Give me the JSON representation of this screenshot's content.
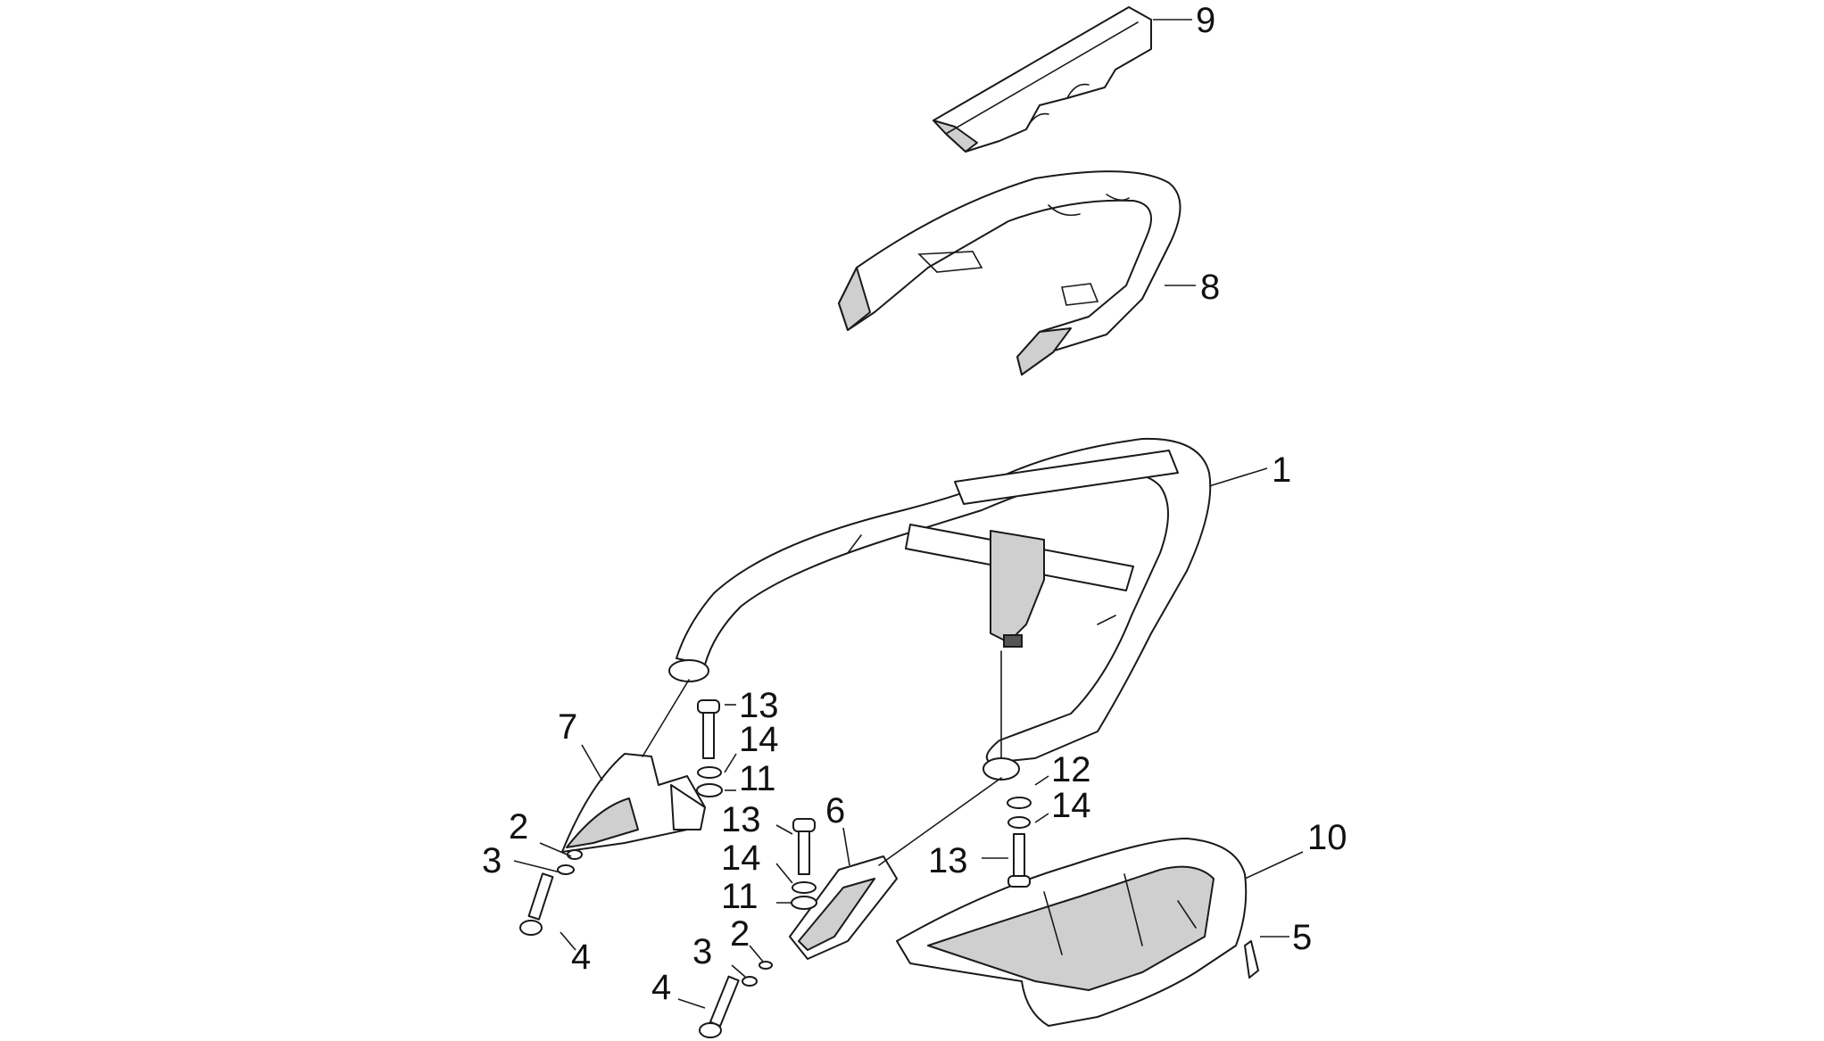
{
  "diagram": {
    "callouts": {
      "c1": "1",
      "c2a": "2",
      "c2b": "2",
      "c3a": "3",
      "c3b": "3",
      "c4a": "4",
      "c4b": "4",
      "c5": "5",
      "c6": "6",
      "c7": "7",
      "c8": "8",
      "c9": "9",
      "c10": "10",
      "c11a": "11",
      "c11b": "11",
      "c12": "12",
      "c13a": "13",
      "c13b": "13",
      "c13c": "13",
      "c14a": "14",
      "c14b": "14",
      "c14c": "14"
    }
  }
}
